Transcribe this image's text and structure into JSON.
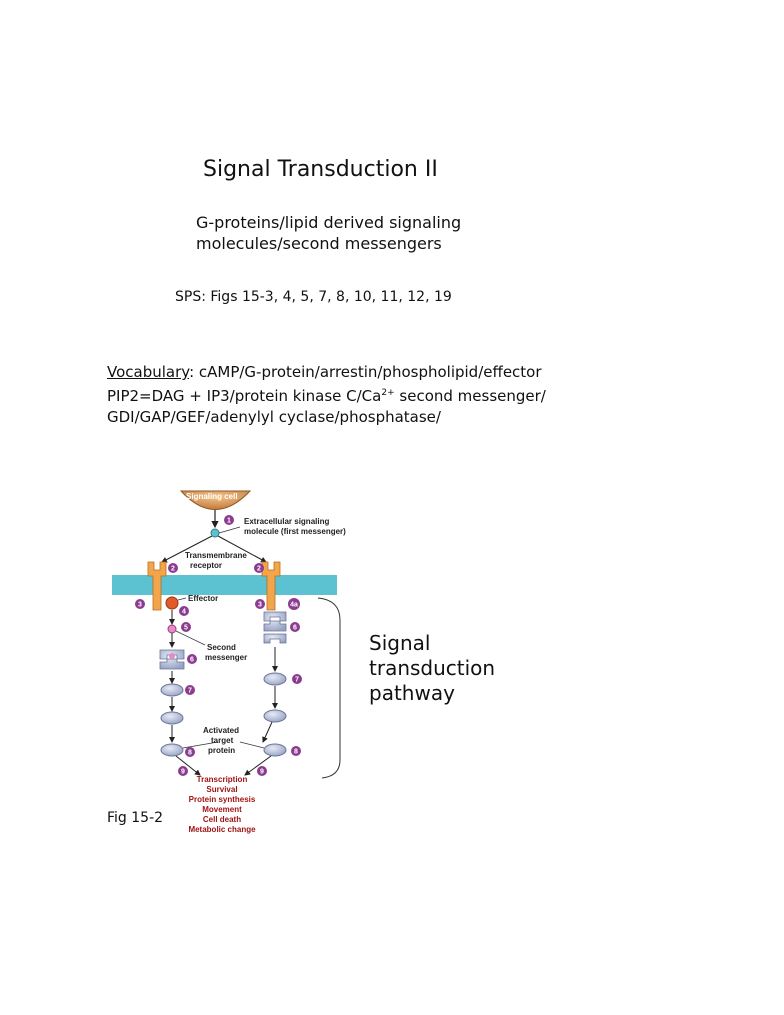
{
  "header": {
    "title": "Signal Transduction II",
    "subtitle_line1": "G-proteins/lipid derived signaling",
    "subtitle_line2": "molecules/second messengers",
    "sps": "SPS: Figs 15-3, 4, 5, 7, 8, 10, 11, 12, 19"
  },
  "vocabulary": {
    "heading": "Vocabulary",
    "line1_rest": ": cAMP/G-protein/arrestin/phospholipid/effector",
    "line2_main": "PIP2=DAG + IP3/protein kinase C/Ca",
    "line2_sup": "2+",
    "line2_rest": " second  messenger/",
    "line3": "GDI/GAP/GEF/adenylyl cyclase/phosphatase/"
  },
  "figure": {
    "caption": "Fig 15-2",
    "pathway_line1": "Signal",
    "pathway_line2": "transduction",
    "pathway_line3": "pathway",
    "signaling_cell": "Signaling cell",
    "ext_line1": "Extracellular signaling",
    "ext_line2": "molecule (first messenger)",
    "tm_line1": "Transmembrane",
    "tm_line2": "receptor",
    "effector": "Effector",
    "second_line1": "Second",
    "second_line2": "messenger",
    "activated_line1": "Activated",
    "activated_line2": "target",
    "activated_line3": "protein",
    "outcomes": [
      "Transcription",
      "Survival",
      "Protein synthesis",
      "Movement",
      "Cell death",
      "Metabolic change"
    ],
    "steps": [
      "1",
      "2",
      "2",
      "3",
      "4",
      "3",
      "4a",
      "5",
      "6",
      "6",
      "7",
      "7",
      "8",
      "8",
      "9",
      "9"
    ],
    "colors": {
      "membrane": "#5cc2d2",
      "receptor": "#f2a54a",
      "effector": "#e05a2a",
      "step_badge": "#8b3c91",
      "protein": "#b9c2dc",
      "outcome_text": "#a01414",
      "signaling_cell": "#d08a4a"
    }
  }
}
